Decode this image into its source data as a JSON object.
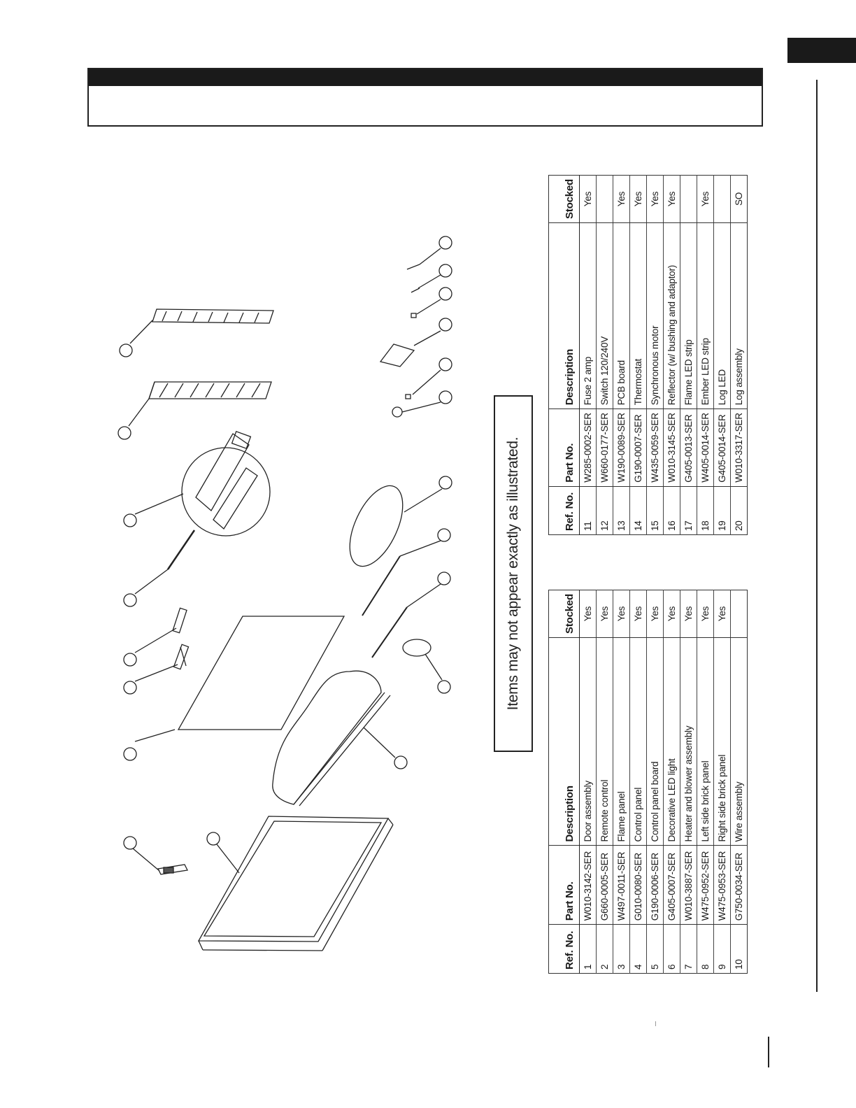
{
  "note": "Items may not appear exactly as illustrated.",
  "table_headers": {
    "ref": "Ref. No.",
    "part": "Part No.",
    "desc": "Description",
    "stocked": "Stocked"
  },
  "parts_left": [
    {
      "ref": "1",
      "part": "W010-3142-SER",
      "desc": "Door assembly",
      "stocked": "Yes"
    },
    {
      "ref": "2",
      "part": "G660-0005-SER",
      "desc": "Remote control",
      "stocked": "Yes"
    },
    {
      "ref": "3",
      "part": "W497-0011-SER",
      "desc": "Flame panel",
      "stocked": "Yes"
    },
    {
      "ref": "4",
      "part": "G010-0080-SER",
      "desc": "Control panel",
      "stocked": "Yes"
    },
    {
      "ref": "5",
      "part": "G190-0006-SER",
      "desc": "Control panel board",
      "stocked": "Yes"
    },
    {
      "ref": "6",
      "part": "G405-0007-SER",
      "desc": "Decorative LED light",
      "stocked": "Yes"
    },
    {
      "ref": "7",
      "part": "W010-3887-SER",
      "desc": "Heater and blower assembly",
      "stocked": "Yes"
    },
    {
      "ref": "8",
      "part": "W475-0952-SER",
      "desc": "Left side brick panel",
      "stocked": "Yes"
    },
    {
      "ref": "9",
      "part": "W475-0953-SER",
      "desc": "Right side brick panel",
      "stocked": "Yes"
    },
    {
      "ref": "10",
      "part": "G750-0034-SER",
      "desc": "Wire assembly",
      "stocked": ""
    }
  ],
  "parts_right": [
    {
      "ref": "11",
      "part": "W285-0002-SER",
      "desc": "Fuse 2 amp",
      "stocked": "Yes"
    },
    {
      "ref": "12",
      "part": "W660-0177-SER",
      "desc": "Switch 120/240V",
      "stocked": ""
    },
    {
      "ref": "13",
      "part": "W190-0089-SER",
      "desc": "PCB board",
      "stocked": "Yes"
    },
    {
      "ref": "14",
      "part": "G190-0007-SER",
      "desc": "Thermostat",
      "stocked": "Yes"
    },
    {
      "ref": "15",
      "part": "W435-0059-SER",
      "desc": "Synchronous motor",
      "stocked": "Yes"
    },
    {
      "ref": "16",
      "part": "W010-3145-SER",
      "desc": "Reflector (w/ bushing and adaptor)",
      "stocked": "Yes"
    },
    {
      "ref": "17",
      "part": "G405-0013-SER",
      "desc": "Flame LED strip",
      "stocked": ""
    },
    {
      "ref": "18",
      "part": "W405-0014-SER",
      "desc": "Ember LED strip",
      "stocked": "Yes"
    },
    {
      "ref": "19",
      "part": "G405-0014-SER",
      "desc": "Log LED",
      "stocked": ""
    },
    {
      "ref": "20",
      "part": "W010-3317-SER",
      "desc": "Log assembly",
      "stocked": "SO"
    }
  ]
}
